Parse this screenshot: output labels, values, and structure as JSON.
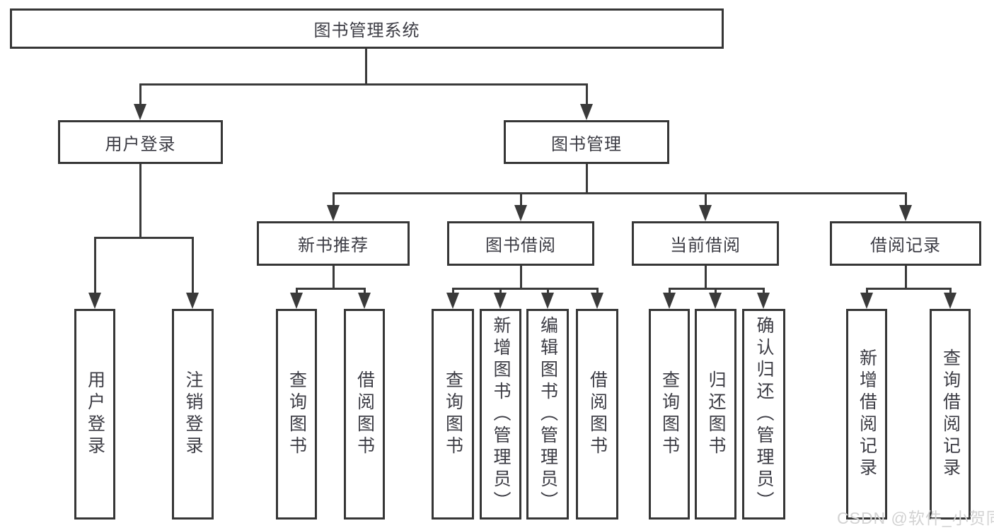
{
  "tree": {
    "label": "图书管理系统",
    "children": [
      {
        "label": "用户登录",
        "children": [
          {
            "label": "用户登录"
          },
          {
            "label": "注销登录"
          }
        ]
      },
      {
        "label": "图书管理",
        "children": [
          {
            "label": "新书推荐",
            "children": [
              {
                "label": "查询图书"
              },
              {
                "label": "借阅图书"
              }
            ]
          },
          {
            "label": "图书借阅",
            "children": [
              {
                "label": "查询图书"
              },
              {
                "label": "新增图书（管理员）"
              },
              {
                "label": "编辑图书（管理员）"
              },
              {
                "label": "借阅图书"
              }
            ]
          },
          {
            "label": "当前借阅",
            "children": [
              {
                "label": "查询图书"
              },
              {
                "label": "归还图书"
              },
              {
                "label": "确认归还（管理员）"
              }
            ]
          },
          {
            "label": "借阅记录",
            "children": [
              {
                "label": "新增借阅记录"
              },
              {
                "label": "查询借阅记录"
              }
            ]
          }
        ]
      }
    ]
  },
  "watermark": {
    "text": "CSDN @软件_小贺同学"
  },
  "colors": {
    "line": "#3a3a3a",
    "box_border": "#363636",
    "text": "#3c3c44",
    "watermark": "#d2d2d2",
    "background": "#ffffff"
  }
}
